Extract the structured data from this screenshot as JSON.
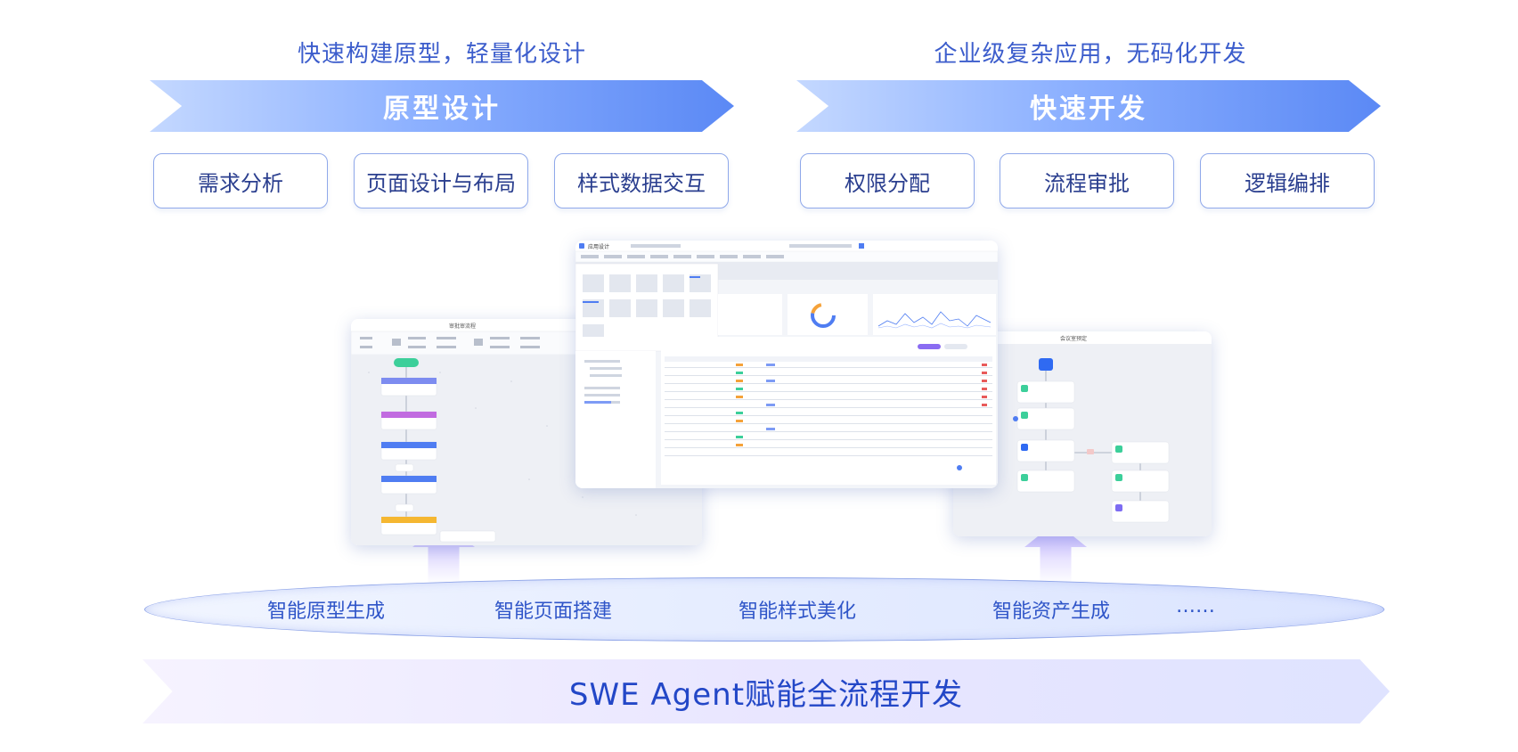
{
  "taglines": {
    "left": "快速构建原型，轻量化设计",
    "right": "企业级复杂应用，无码化开发"
  },
  "banners": {
    "left": "原型设计",
    "right": "快速开发"
  },
  "chips_left": [
    "需求分析",
    "页面设计与布局",
    "样式数据交互"
  ],
  "chips_right": [
    "权限分配",
    "流程审批",
    "逻辑编排"
  ],
  "screens": {
    "center_title": "应用设计",
    "left_title": "审批审流程",
    "right_title": "会议室预定"
  },
  "capabilities": [
    "智能原型生成",
    "智能页面搭建",
    "智能样式美化",
    "智能资产生成",
    "……"
  ],
  "footer": "SWE Agent赋能全流程开发",
  "colors": {
    "accent": "#5b89f5",
    "text": "#2b3f8f",
    "footer_text": "#2347c7"
  }
}
